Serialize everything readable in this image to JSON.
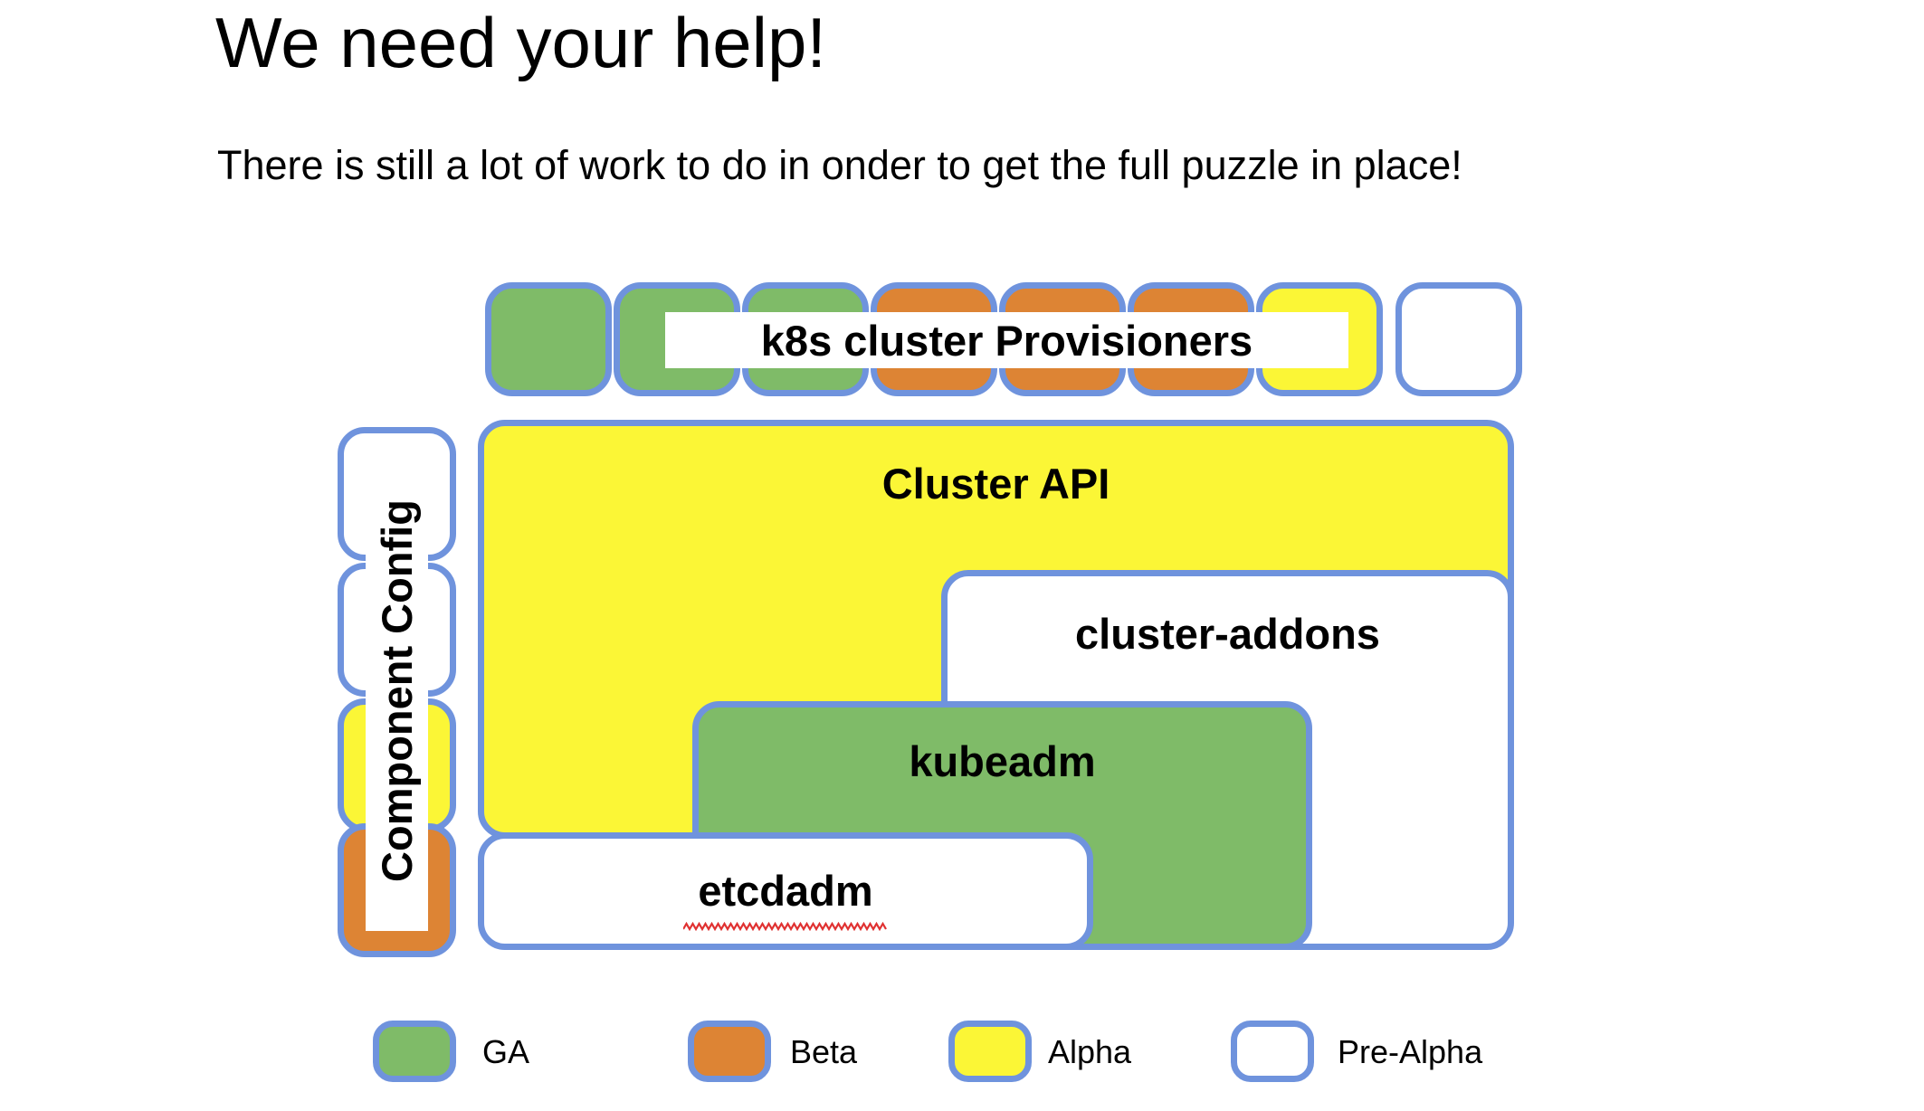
{
  "slide": {
    "title": "We need your help!",
    "subtitle": "There is still a lot of work to do in onder to get the full puzzle in place!"
  },
  "colors": {
    "ga": "#7fbb68",
    "beta": "#dd8434",
    "alpha": "#fbf636",
    "pre_alpha": "#ffffff",
    "border": "#6f93dd",
    "text": "#000000",
    "background": "#ffffff",
    "spellcheck_underline": "#e03131"
  },
  "provisioner_row": {
    "label": "k8s cluster Provisioners",
    "boxes": [
      {
        "status": "GA",
        "fill": "#7fbb68"
      },
      {
        "status": "GA",
        "fill": "#7fbb68"
      },
      {
        "status": "GA",
        "fill": "#7fbb68"
      },
      {
        "status": "Beta",
        "fill": "#dd8434"
      },
      {
        "status": "Beta",
        "fill": "#dd8434"
      },
      {
        "status": "Beta",
        "fill": "#dd8434"
      },
      {
        "status": "Alpha",
        "fill": "#fbf636"
      },
      {
        "status": "Pre-Alpha",
        "fill": "#ffffff"
      }
    ]
  },
  "component_config": {
    "label": "Component Config",
    "boxes": [
      {
        "status": "Pre-Alpha",
        "fill": "#ffffff"
      },
      {
        "status": "Pre-Alpha",
        "fill": "#ffffff"
      },
      {
        "status": "Alpha",
        "fill": "#fbf636"
      },
      {
        "status": "Beta",
        "fill": "#dd8434"
      }
    ]
  },
  "components": {
    "cluster_api": {
      "label": "Cluster API",
      "status": "Alpha",
      "fill": "#fbf636"
    },
    "cluster_addons": {
      "label": "cluster-addons",
      "status": "Pre-Alpha",
      "fill": "#ffffff"
    },
    "kubeadm": {
      "label": "kubeadm",
      "status": "GA",
      "fill": "#7fbb68"
    },
    "etcdadm": {
      "label": "etcdadm",
      "status": "Pre-Alpha",
      "fill": "#ffffff",
      "spellcheck_flagged": true
    }
  },
  "legend": {
    "items": [
      {
        "label": "GA",
        "fill": "#7fbb68"
      },
      {
        "label": "Beta",
        "fill": "#dd8434"
      },
      {
        "label": "Alpha",
        "fill": "#fbf636"
      },
      {
        "label": "Pre-Alpha",
        "fill": "#ffffff"
      }
    ]
  }
}
